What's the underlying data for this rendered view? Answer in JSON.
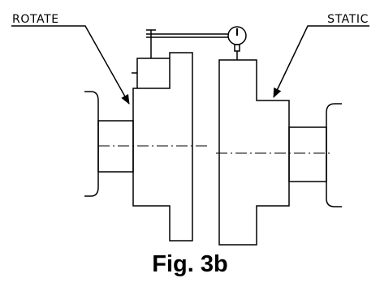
{
  "labels": {
    "left": "ROTATE",
    "right": "STATIC"
  },
  "caption": "Fig. 3b",
  "colors": {
    "ink": "#000000",
    "background": "#ffffff"
  }
}
